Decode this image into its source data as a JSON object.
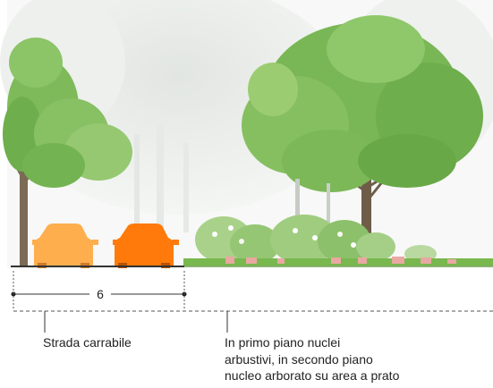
{
  "dimension": {
    "value": "6"
  },
  "labels": {
    "road": "Strada carrabile",
    "green_lines": [
      "In primo piano nuclei",
      "arbustivi, in secondo piano",
      "nucleo arborato su area a prato"
    ]
  },
  "colors": {
    "car_front": "#ff7a0a",
    "car_back": "#ffae4e",
    "foliage": "#6fb04a",
    "foliage_light": "#9ccc6a",
    "grass": "#78b84e",
    "ground_line": "#333333",
    "flowers": "#e9a8a2"
  }
}
